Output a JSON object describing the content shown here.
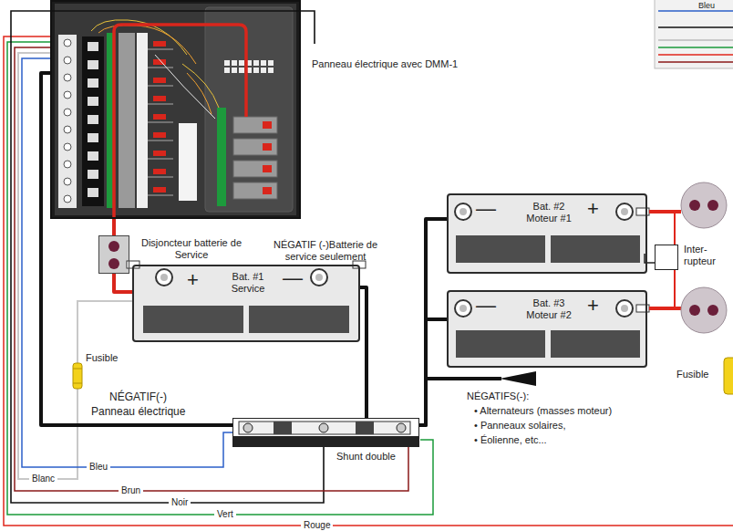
{
  "diagram": {
    "nodes": [
      {
        "text": [
          "Panneau électrique avec DMM-1"
        ]
      },
      {
        "text": [
          "Disjoncteur batterie de Service"
        ]
      },
      {
        "text": [
          "+",
          "Bat. #1 Service",
          "—"
        ]
      },
      {
        "text": [
          "—",
          "Bat. #2 Moteur #1",
          "+"
        ]
      },
      {
        "text": [
          "—",
          "Bat. #3 Moteur #2",
          "+"
        ]
      },
      {
        "text": [
          "Inter- rupteur"
        ]
      },
      {
        "text": [
          "Shunt double"
        ]
      }
    ],
    "edges": [
      {
        "from": 0,
        "to": 1,
        "arrow": "none"
      },
      {
        "from": 1,
        "to": 2,
        "arrow": "none"
      },
      {
        "from": 2,
        "to": 6,
        "arrow": "none"
      },
      {
        "from": 6,
        "to": 3,
        "arrow": "none"
      },
      {
        "from": 6,
        "to": 4,
        "arrow": "none"
      },
      {
        "from": 0,
        "to": 6,
        "arrow": "none"
      }
    ],
    "labels": [
      "NÉGATIF (-)Batterie de service seulement",
      "Fusible",
      "NÉGATIF(-)",
      "Panneau électrique",
      "NÉGATIFS(-):",
      "• Alternateurs (masses moteur)",
      "• Panneaux solaires,",
      "• Éolienne, etc...",
      "Fusible",
      "Blanc",
      "Bleu",
      "Brun",
      "Noir",
      "Vert",
      "Rouge",
      "Bleu"
    ]
  }
}
